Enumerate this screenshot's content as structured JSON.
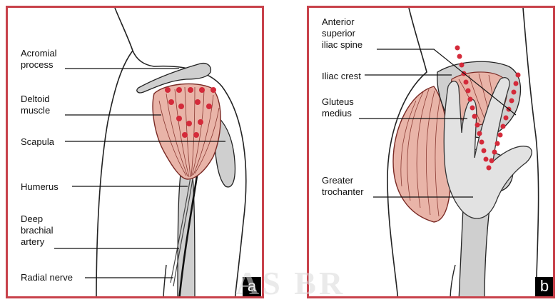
{
  "panel_a": {
    "labels": {
      "acromial": "Acromial\nprocess",
      "deltoid": "Deltoid\nmuscle",
      "scapula": "Scapula",
      "humerus": "Humerus",
      "artery": "Deep\nbrachial\nartery",
      "radial": "Radial nerve"
    },
    "badge": "a"
  },
  "panel_b": {
    "labels": {
      "asis": "Anterior\nsuperior\niliac spine",
      "crest": "Iliac crest",
      "gluteus": "Gluteus\nmedius",
      "trochanter": "Greater\ntrochanter"
    },
    "badge": "b"
  },
  "watermark": "AS BR",
  "colors": {
    "frame": "#c8424b",
    "dots": "#d42a3a",
    "muscle": "#e9b4a8",
    "bone": "#cfcfcf"
  }
}
